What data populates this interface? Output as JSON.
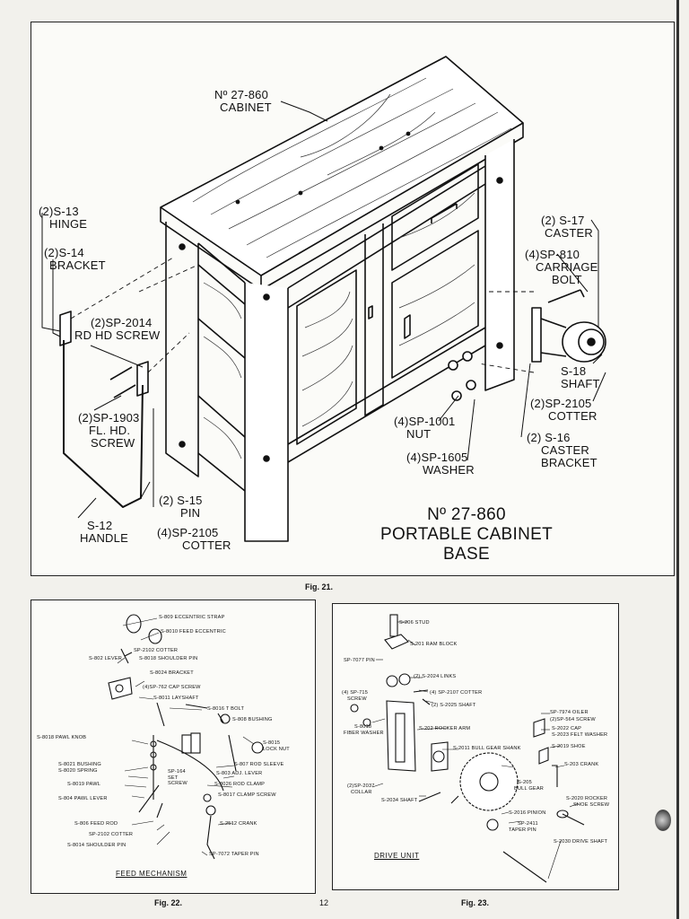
{
  "fig21": {
    "caption": "Fig. 21.",
    "title": [
      "Nº 27-860",
      "PORTABLE CABINET",
      "BASE"
    ],
    "labels": {
      "cabinet": [
        "Nº 27-860",
        "CABINET"
      ],
      "hinge": [
        "(2)S-13",
        "HINGE"
      ],
      "bracket": [
        "(2)S-14",
        "BRACKET"
      ],
      "rd_screw": [
        "(2)SP-2014",
        "RD HD SCREW"
      ],
      "fl_screw": [
        "(2)SP-1903",
        "FL. HD.",
        "SCREW"
      ],
      "handle": [
        "S-12",
        "HANDLE"
      ],
      "pin": [
        "(2) S-15",
        "PIN"
      ],
      "cotter_left": [
        "(4)SP-2105",
        "COTTER"
      ],
      "caster": [
        "(2) S-17",
        "CASTER"
      ],
      "carriage_bolt": [
        "(4)SP-810",
        "CARRIAGE",
        "BOLT"
      ],
      "shaft": [
        "S-18",
        "SHAFT"
      ],
      "cotter_right": [
        "(2)SP-2105",
        "COTTER"
      ],
      "caster_bracket": [
        "(2) S-16",
        "CASTER",
        "BRACKET"
      ],
      "nut": [
        "(4)SP-1001",
        "NUT"
      ],
      "washer": [
        "(4)SP-1605",
        "WASHER"
      ]
    }
  },
  "fig22": {
    "caption": "Fig. 22.",
    "title": "FEED MECHANISM",
    "labels": {
      "eccentric_strap": "S-809 ECCENTRIC STRAP",
      "feed_eccentric": "S-8010 FEED ECCENTRIC",
      "cotter_top": "SP-2102 COTTER",
      "lever": "S-802 LEVER",
      "shoulder_pin_top": "S-8018 SHOULDER PIN",
      "bracket": "S-8024 BRACKET",
      "cap_screw": "(4)SP-762 CAP SCREW",
      "layshaft": "S-8011 LAYSHAFT",
      "t_bolt": "S-8016 T BOLT",
      "bushing_808": "S-808 BUSHING",
      "pawl_knob": "S-8018 PAWL KNOB",
      "lock_nut": [
        "S-8015",
        "LOCK NUT"
      ],
      "bushing_8021": "S-8021 BUSHING",
      "spring": "S-8020 SPRING",
      "rod_sleeve": "S-807 ROD SLEEVE",
      "set_screw": [
        "SP-164",
        "SET",
        "SCREW"
      ],
      "adj_lever": "S-803 ADJ. LEVER",
      "pawl": "S-8019 PAWL",
      "rod_clamp": "S-8026 ROD CLAMP",
      "clamp_screw": "S-8017 CLAMP SCREW",
      "pawl_lever": "S-804 PAWL LEVER",
      "feed_rod": "S-806 FEED ROD",
      "crank": "S-2512 CRANK",
      "cotter_bottom": "SP-2102 COTTER",
      "shoulder_pin_bottom": "S-8014 SHOULDER PIN",
      "taper_pin": "SP-7072 TAPER PIN"
    }
  },
  "fig23": {
    "caption": "Fig. 23.",
    "title": "DRIVE UNIT",
    "labels": {
      "stud": "S-206 STUD",
      "ram_block": "S-201 RAM BLOCK",
      "pin": "SP-7077 PIN",
      "links": "(2) S-2024 LINKS",
      "screw_715": [
        "(4) SP-715",
        "SCREW"
      ],
      "cotter": "(4) SP-2107 COTTER",
      "shaft_2025": "(2) S-2025 SHAFT",
      "fiber_washer": [
        "S-8018",
        "FIBER WASHER"
      ],
      "rocker_arm": "S-202 ROCKER ARM",
      "oiler": "SP-7974 OILER",
      "screw_564": "(2)SP-564 SCREW",
      "cap": "S-2022 CAP",
      "felt_washer": "S-2023 FELT WASHER",
      "shoe": "S-2019 SHOE",
      "crank": "S-203 CRANK",
      "bull_gear_shank": "S-2011 BULL GEAR SHANK",
      "collar": [
        "(2)SP-2037",
        "COLLAR"
      ],
      "bull_gear": [
        "S-205",
        "BULL GEAR"
      ],
      "shaft_2034": "S-2034 SHAFT",
      "rocker_shoe_screw": [
        "S-2020 ROCKER",
        "SHOE SCREW"
      ],
      "pinion": "S-2016 PINION",
      "taper_pin": [
        "SP-2411",
        "TAPER PIN"
      ],
      "drive_shaft": "S-2030 DRIVE SHAFT"
    }
  },
  "page_number": "12"
}
